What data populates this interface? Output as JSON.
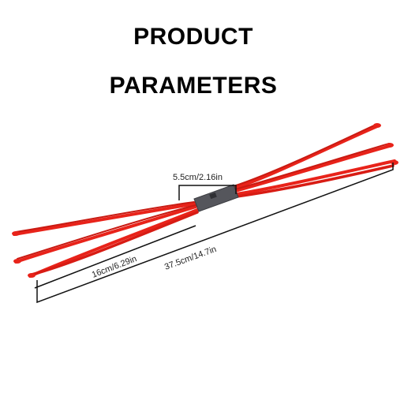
{
  "heading": {
    "line1": "PRODUCT",
    "line2": "PARAMETERS"
  },
  "dimensions": {
    "pouch_length": "5.5cm/2.16in",
    "band_length": "16cm/6.29in",
    "total_length": "37.5cm/14.7in"
  },
  "colors": {
    "band": "#e8231a",
    "band_dark": "#b81610",
    "pouch": "#55565c",
    "dimension_line": "#111111"
  }
}
